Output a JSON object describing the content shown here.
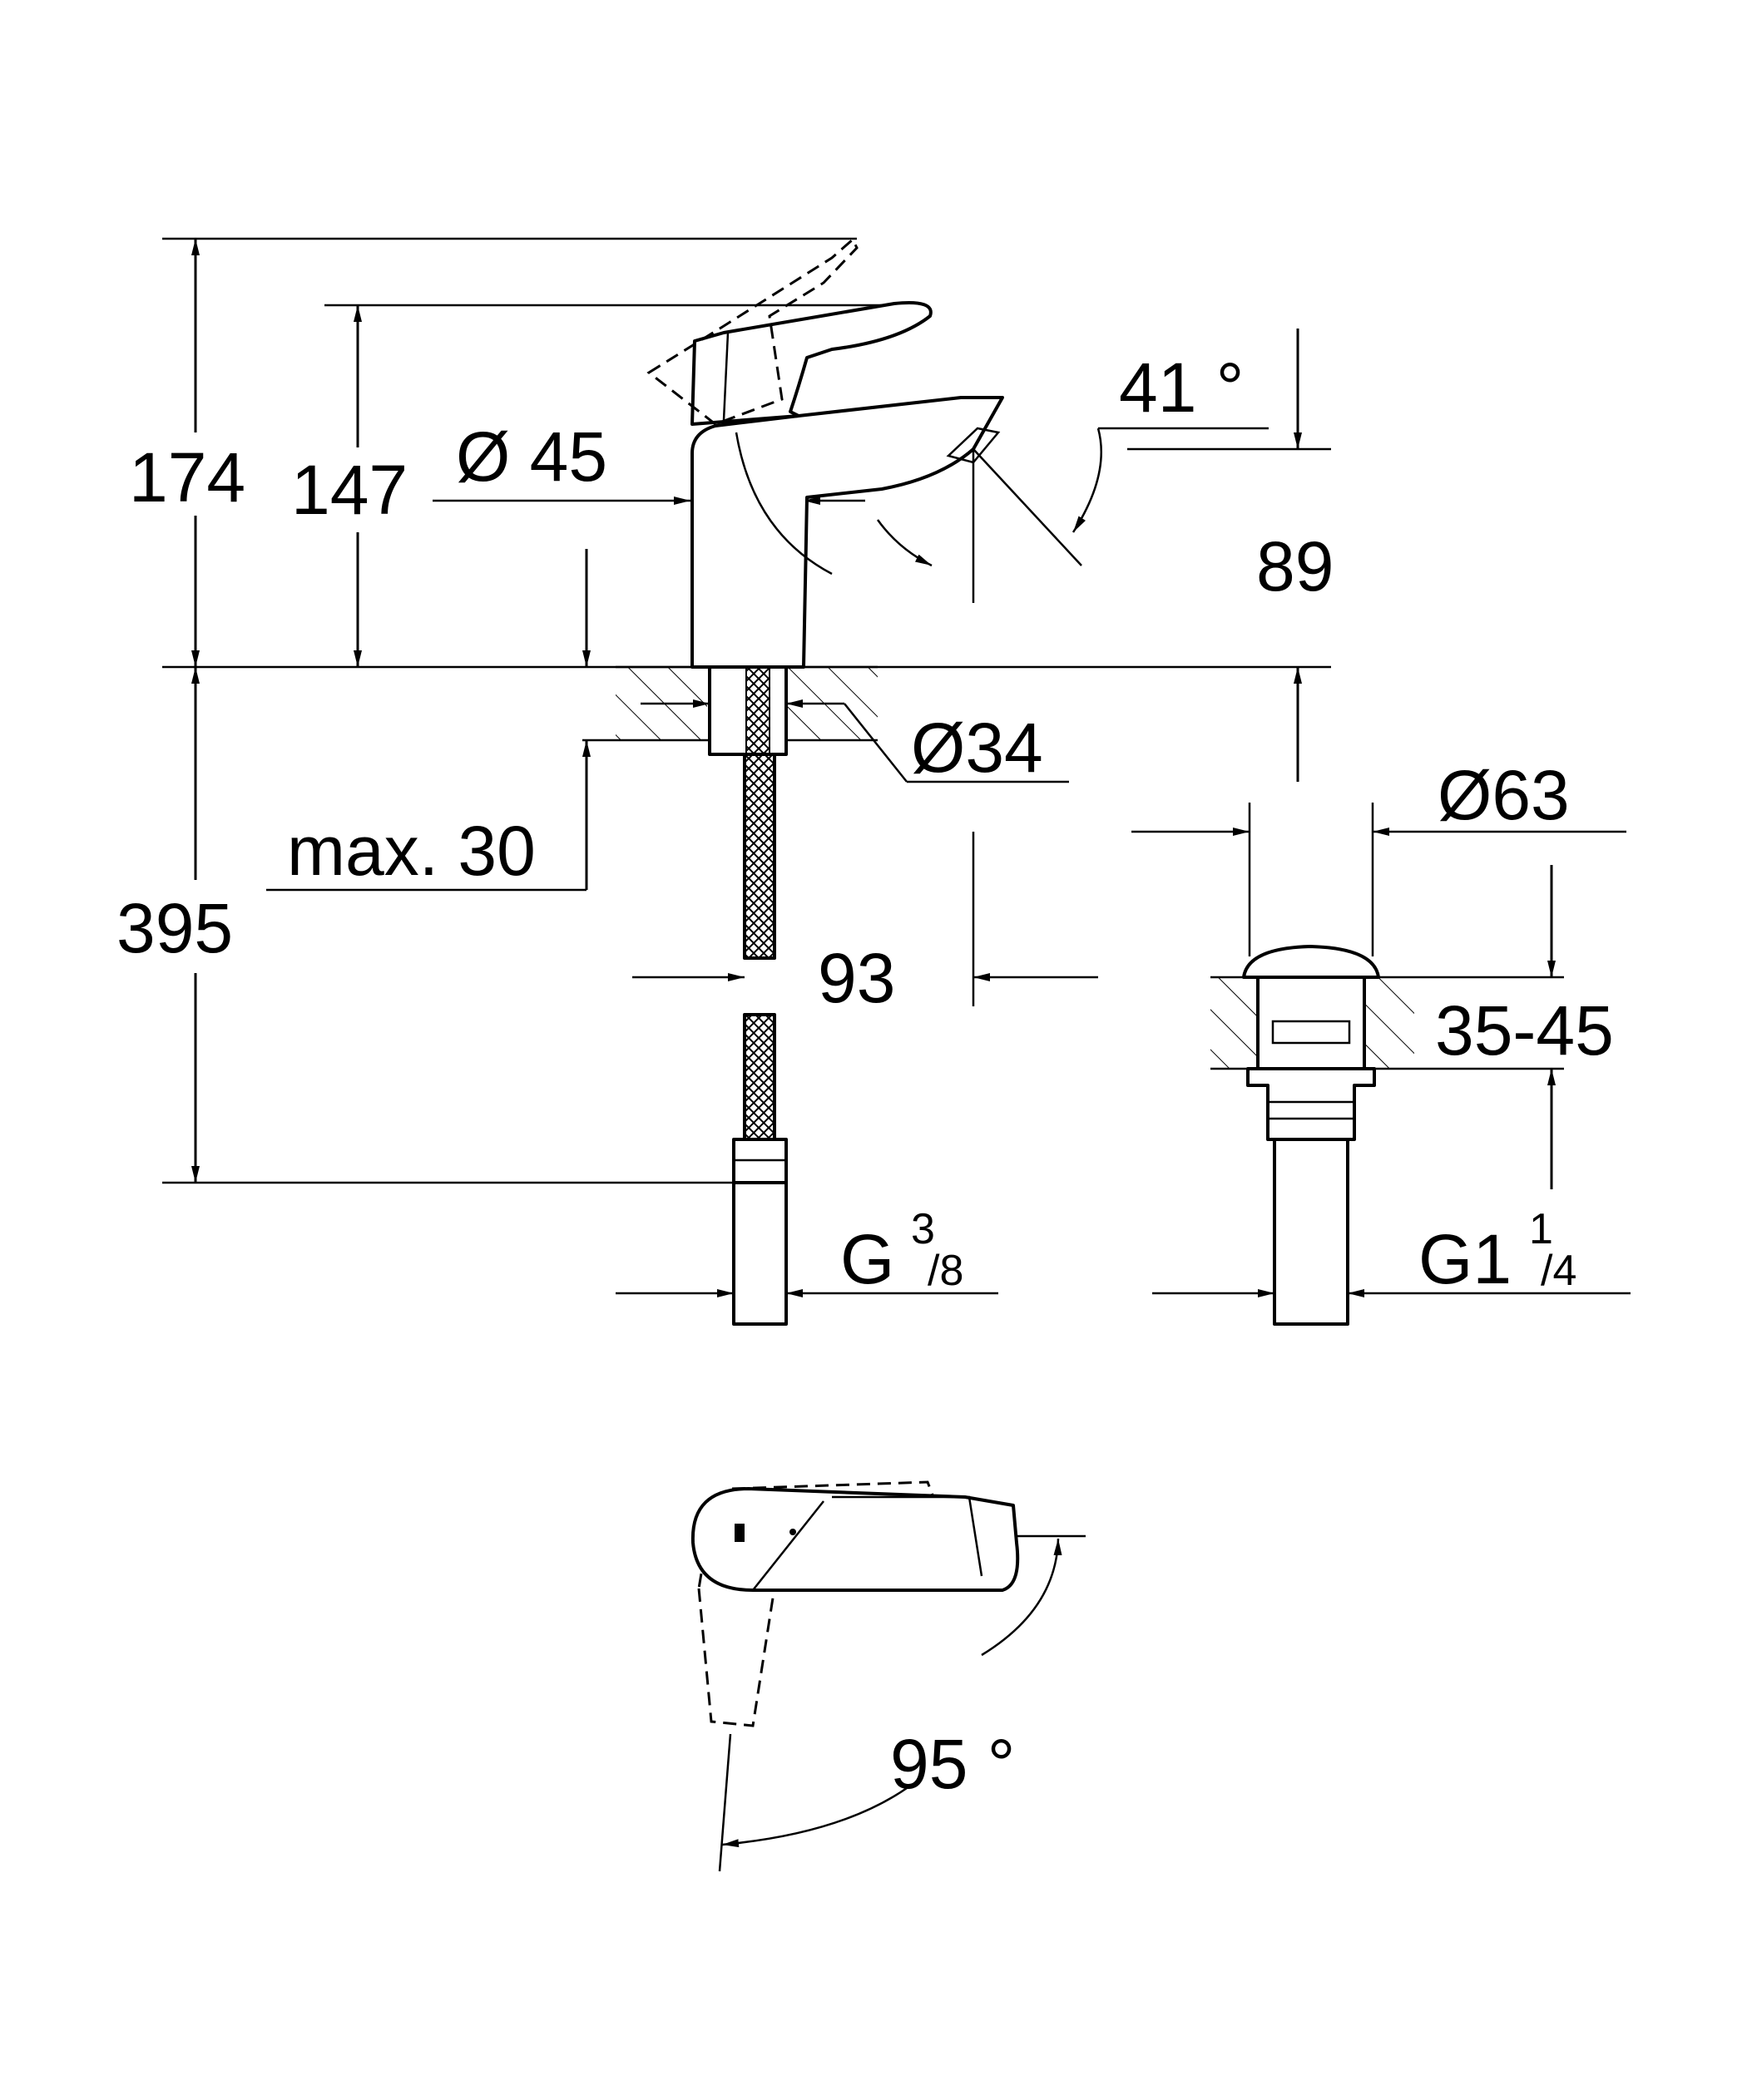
{
  "dimensions": {
    "total_height": "174",
    "lever_height": "147",
    "body_diameter": "Ø 45",
    "lever_angle": "41 °",
    "spout_height": "89",
    "base_diameter": "Ø34",
    "max_deck": "max. 30",
    "hose_length": "395",
    "spout_reach": "93",
    "drain_diameter": "Ø63",
    "drain_deck": "35-45",
    "supply_thread_main": "G",
    "supply_thread_num": "3",
    "supply_thread_den": "/8",
    "drain_thread_main": "G1",
    "drain_thread_num": "1",
    "drain_thread_den": "/4",
    "rotation_angle": "95 °"
  }
}
